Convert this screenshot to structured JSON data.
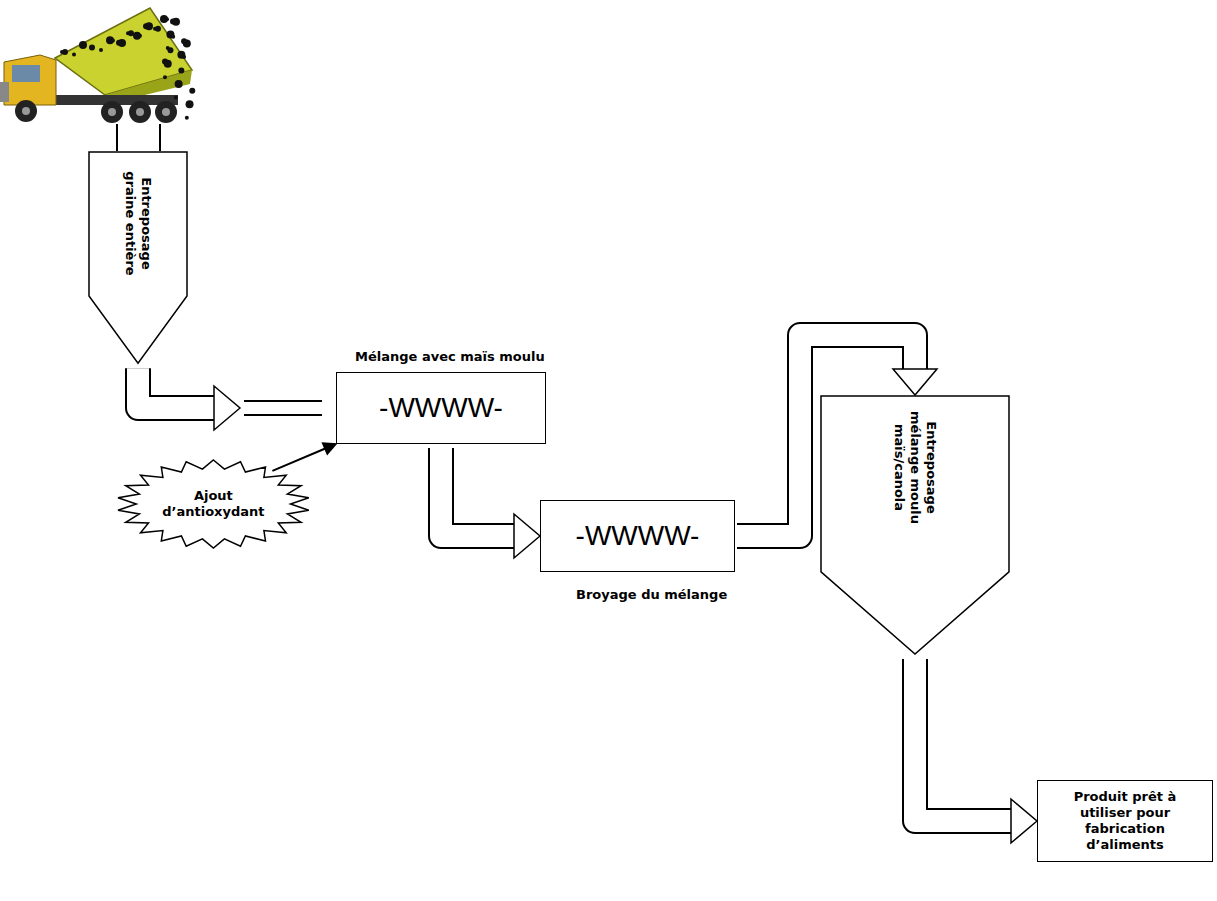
{
  "diagram": {
    "nodes": [
      {
        "text": [
          "Entreposage graine entière"
        ]
      },
      {
        "text": [
          "Mélange avec maïs moulu",
          "-WWWW-"
        ]
      },
      {
        "text": [
          "Ajout d’antioxydant"
        ]
      },
      {
        "text": [
          "-WWWW-",
          "Broyage du mélange"
        ]
      },
      {
        "text": [
          "Entreposage mélange moulu maïs/canola"
        ]
      },
      {
        "text": [
          "Produit prêt à utiliser pour fabrication d’aliments"
        ]
      }
    ],
    "edges": [
      {
        "from": 0,
        "to": 1,
        "arrow": "to"
      },
      {
        "from": 2,
        "to": 1,
        "arrow": "to"
      },
      {
        "from": 1,
        "to": 3,
        "arrow": "to"
      },
      {
        "from": 3,
        "to": 4,
        "arrow": "to"
      },
      {
        "from": 4,
        "to": 5,
        "arrow": "to"
      }
    ]
  }
}
